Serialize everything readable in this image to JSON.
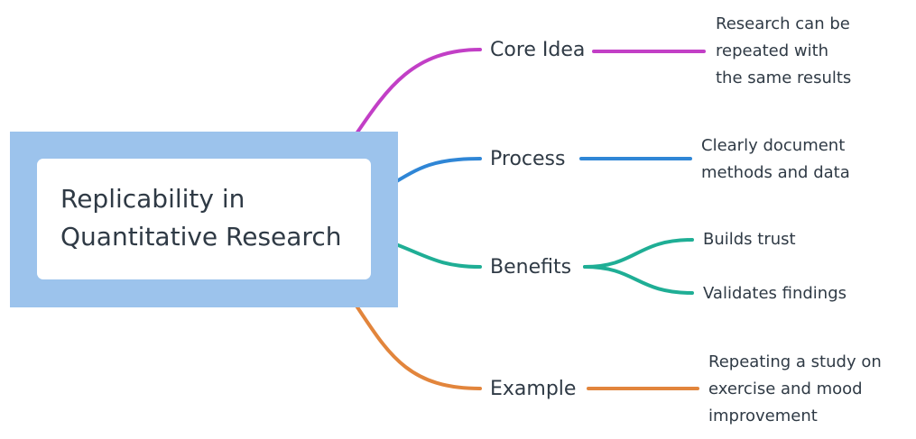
{
  "root": {
    "lines": [
      "Replicability in",
      "Quantitative Research"
    ],
    "band_color": "#9cc3ec"
  },
  "branches": [
    {
      "label": "Core Idea",
      "color": "#c23fc6",
      "leaves": [
        {
          "lines": [
            "Research can be",
            "repeated with",
            "the same results"
          ]
        }
      ]
    },
    {
      "label": "Process",
      "color": "#2f86d6",
      "leaves": [
        {
          "lines": [
            "Clearly document",
            "methods and data"
          ]
        }
      ]
    },
    {
      "label": "Benefits",
      "color": "#1fae95",
      "leaves": [
        {
          "lines": [
            "Builds trust"
          ]
        },
        {
          "lines": [
            "Validates findings"
          ]
        }
      ]
    },
    {
      "label": "Example",
      "color": "#e2853c",
      "leaves": [
        {
          "lines": [
            "Repeating a study on",
            "exercise and mood",
            "improvement"
          ]
        }
      ]
    }
  ]
}
